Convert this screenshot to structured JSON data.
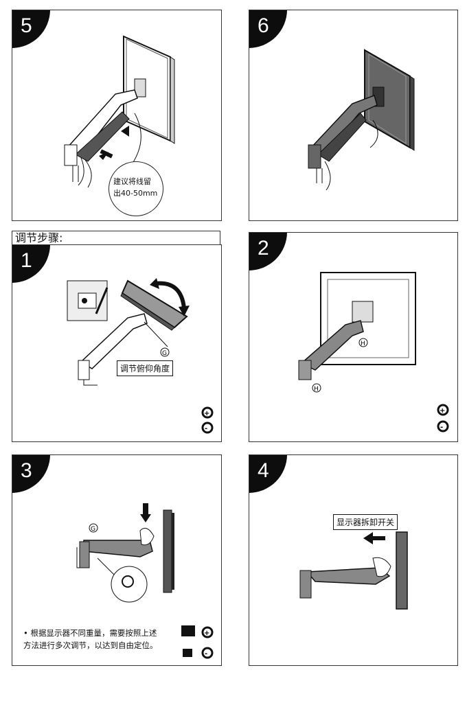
{
  "steps_top": {
    "step5": {
      "number": "5",
      "cable_note_line1": "建议将线留",
      "cable_note_line2": "出40-50mm"
    },
    "step6": {
      "number": "6"
    }
  },
  "adjust": {
    "title": "调节步骤:",
    "step1": {
      "number": "1",
      "label": "调节俯仰角度",
      "marker": "G"
    },
    "step2": {
      "number": "2",
      "marker": "H"
    },
    "step3": {
      "number": "3",
      "marker": "G",
      "note_line1": "• 根据显示器不同重量，需要按照上述",
      "note_line2": "方法进行多次调节，以达到自由定位。"
    },
    "step4": {
      "number": "4",
      "label": "显示器拆卸开关"
    }
  },
  "icons": [
    "tighten-icon",
    "loosen-icon",
    "arrow-icon"
  ]
}
